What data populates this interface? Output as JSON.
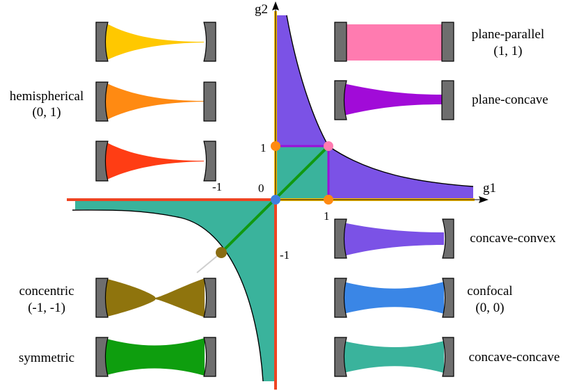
{
  "axes": {
    "x_label": "g1",
    "y_label": "g2",
    "origin_label": "0",
    "x_tick_pos": "1",
    "x_tick_neg": "-1",
    "y_tick_pos": "1",
    "y_tick_neg": "-1"
  },
  "cavities": {
    "hemispherical": {
      "name": "hemispherical",
      "coords": "(0, 1)"
    },
    "concentric": {
      "name": "concentric",
      "coords": "(-1, -1)"
    },
    "symmetric": {
      "name": "symmetric"
    },
    "plane_parallel": {
      "name": "plane-parallel",
      "coords": "(1, 1)"
    },
    "plane_concave": {
      "name": "plane-concave"
    },
    "concave_convex": {
      "name": "concave-convex"
    },
    "confocal": {
      "name": "confocal",
      "coords": "(0, 0)"
    },
    "concave_concave": {
      "name": "concave-concave"
    }
  },
  "colors": {
    "stable_region": "#3ab39c",
    "unstable_purple": "#7b52e6",
    "axis_red": "#ee4422",
    "axis_yellow": "#ffc000",
    "diagonal_green": "#119911",
    "point_orange": "#ff8a12",
    "point_pink": "#ff7bb0",
    "point_blue": "#3f7fe0",
    "point_brown": "#8a6d14",
    "mirror_gray": "#6e6e6e"
  }
}
